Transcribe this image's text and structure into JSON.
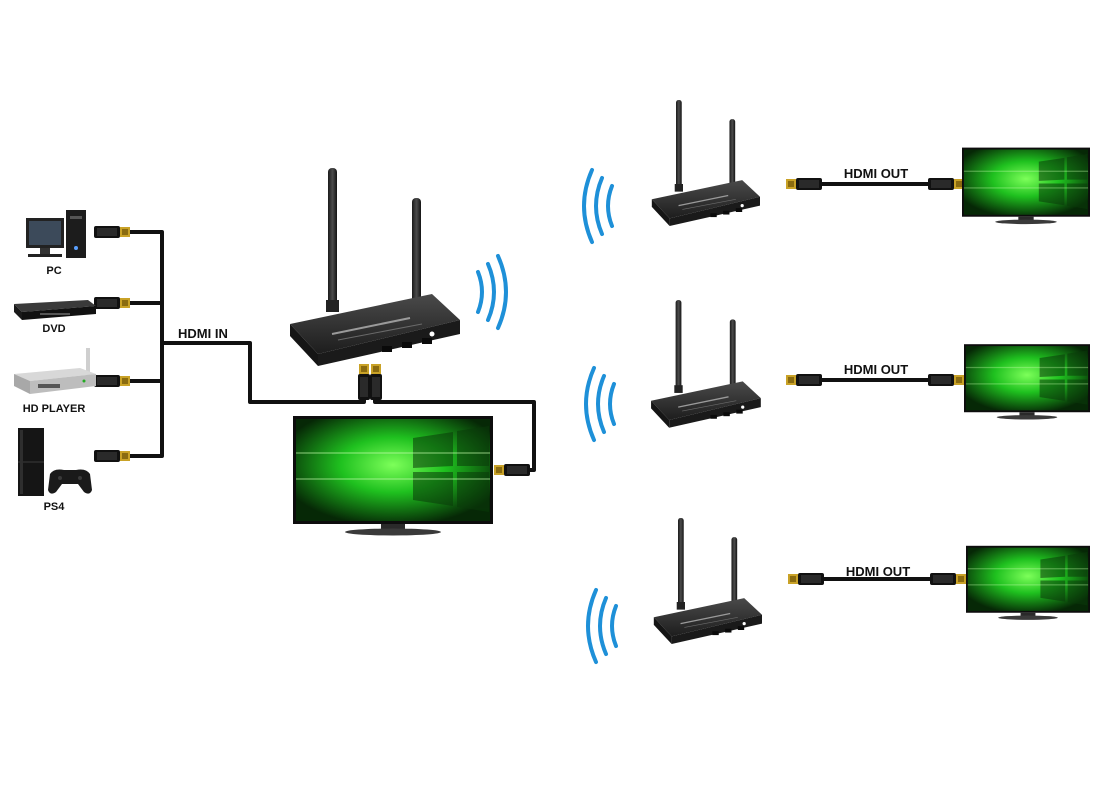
{
  "sources": [
    {
      "label": "PC",
      "icon": "pc-icon"
    },
    {
      "label": "DVD",
      "icon": "dvd-player-icon"
    },
    {
      "label": "HD PLAYER",
      "icon": "hd-player-icon"
    },
    {
      "label": "PS4",
      "icon": "ps4-console-icon"
    }
  ],
  "links": {
    "hdmi_in": "HDMI IN",
    "hdmi_out": "HDMI OUT"
  },
  "devices": {
    "transmitter_icon": "wireless-transmitter-icon",
    "receiver_icon": "wireless-receiver-icon",
    "display_icon": "tv-display-icon",
    "signal_icon": "wifi-waves-icon"
  },
  "colors": {
    "cable": "#111111",
    "wave": "#1e90d8",
    "screen_green": "#1ed81e",
    "connector_gold": "#c9a227",
    "device_body": "#2b2b2b"
  }
}
